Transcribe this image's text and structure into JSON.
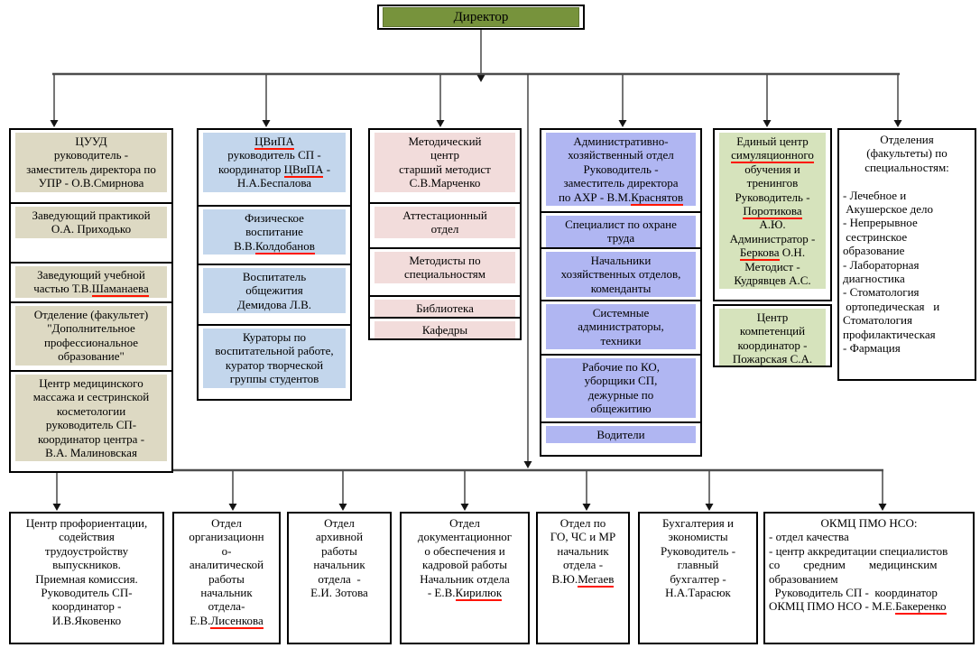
{
  "director": {
    "title": "Директор"
  },
  "colors": {
    "director_green": "#77933C",
    "tan": "#DDD9C3",
    "light_blue": "#C3D6EC",
    "pink": "#F2DCDB",
    "periwinkle": "#B0B6F2",
    "light_green": "#D6E3BC",
    "underline_red": "#FF1400"
  },
  "groups": [
    {
      "name": "cuud-column",
      "fill": "#DDD9C3",
      "cells": [
        {
          "lines": [
            "ЦУУД",
            "руководитель -",
            "заместитель директора по",
            "УПР - О.В.Смирнова"
          ]
        },
        {
          "lines": [
            "Заведующий практикой",
            "О.А. Приходько"
          ]
        },
        {
          "lines": [
            "Заведующий учебной",
            {
              "r": [
                {
                  "t": "частью Т.В."
                },
                {
                  "t": "Шаманаева",
                  "u": 1
                }
              ]
            }
          ]
        },
        {
          "lines": [
            "Отделение (факультет)",
            "\"Дополнительное",
            "профессиональное",
            "образование\""
          ]
        },
        {
          "lines": [
            "Центр медицинского",
            "массажа и сестринской",
            "косметологии",
            "руководитель СП-",
            "координатор центра -",
            "В.А. Малиновская"
          ]
        }
      ]
    },
    {
      "name": "cvipa-column",
      "fill": "#C3D6EC",
      "cells": [
        {
          "lines": [
            {
              "r": [
                {
                  "t": "ЦВиПА",
                  "u": 1
                }
              ]
            },
            "руководитель СП -",
            {
              "r": [
                {
                  "t": "координатор "
                },
                {
                  "t": "ЦВиПА",
                  "u": 1
                },
                {
                  "t": " -"
                }
              ]
            },
            "Н.А.Беспалова"
          ]
        },
        {
          "lines": [
            "Физическое",
            "воспитание",
            {
              "r": [
                {
                  "t": "В.В."
                },
                {
                  "t": "Колдобанов",
                  "u": 1
                }
              ]
            }
          ]
        },
        {
          "lines": [
            "Воспитатель",
            "общежития",
            "Демидова Л.В."
          ]
        },
        {
          "lines": [
            "Кураторы по",
            "воспитательной работе,",
            "куратор творческой",
            "группы студентов"
          ]
        }
      ]
    },
    {
      "name": "method-center-column",
      "fill": "#F2DCDB",
      "cells": [
        {
          "lines": [
            "Методический",
            "центр",
            "старший методист",
            "С.В.Марченко"
          ]
        },
        {
          "lines": [
            "Аттестационный",
            "отдел"
          ]
        },
        {
          "lines": [
            "Методисты по",
            "специальностям"
          ]
        },
        {
          "lines": [
            "Библиотека"
          ]
        },
        {
          "lines": [
            "Кафедры"
          ]
        }
      ]
    },
    {
      "name": "ahr-column",
      "fill": "#B0B6F2",
      "cells": [
        {
          "lines": [
            "Административно-",
            "хозяйственный отдел",
            "Руководитель -",
            "заместитель директора",
            {
              "r": [
                {
                  "t": "по АХР - В.М."
                },
                {
                  "t": "Краснятов",
                  "u": 1
                }
              ]
            }
          ]
        },
        {
          "lines": [
            "Специалист по охране",
            "труда"
          ]
        },
        {
          "lines": [
            "Начальники",
            "хозяйственных отделов,",
            "коменданты"
          ]
        },
        {
          "lines": [
            "Системные",
            "администраторы,",
            "техники"
          ]
        },
        {
          "lines": [
            "Рабочие по КО,",
            "уборщики СП,",
            "дежурные по",
            "общежитию"
          ]
        },
        {
          "lines": [
            "Водители"
          ]
        }
      ]
    },
    {
      "name": "simulation-center-box",
      "fill": "#D6E3BC",
      "cells": [
        {
          "lines": [
            "Единый центр",
            {
              "r": [
                {
                  "t": "симуляционного",
                  "u": 1
                }
              ]
            },
            "обучения и",
            "тренингов",
            "Руководитель -",
            {
              "r": [
                {
                  "t": "Поротикова",
                  "u": 1
                }
              ]
            },
            "А.Ю.",
            "Администратор -",
            {
              "r": [
                {
                  "t": "Беркова",
                  "u": 1
                },
                {
                  "t": " О.Н."
                }
              ]
            },
            "Методист -",
            "Кудрявцев А.С."
          ]
        }
      ]
    },
    {
      "name": "competence-center-box",
      "fill": "#D6E3BC",
      "cells": [
        {
          "lines": [
            "Центр",
            "компетенций",
            "координатор -",
            "Пожарская С.А."
          ]
        }
      ]
    },
    {
      "name": "faculties-box",
      "fill": null,
      "cells": [
        {
          "align": "l",
          "lines": [
            {
              "r": [
                {
                  "t": "Отделения"
                }
              ],
              "a": "c"
            },
            {
              "r": [
                {
                  "t": "(факультеты) по"
                }
              ],
              "a": "c"
            },
            {
              "r": [
                {
                  "t": "специальностям:"
                }
              ],
              "a": "c"
            },
            "",
            "- Лечебное и",
            " Акушерское дело",
            "- Непрерывное",
            " сестринское",
            "образование",
            "- Лабораторная",
            "диагностика",
            "- Стоматология",
            " ортопедическая   и",
            "Стоматология",
            "профилактическая",
            "- Фармация"
          ]
        }
      ]
    },
    {
      "name": "career-center-box",
      "fill": null,
      "cells": [
        {
          "lines": [
            "Центр профориентации,",
            "содействия",
            "трудоустройству",
            "выпускников.",
            "Приемная комиссия.",
            "Руководитель СП-",
            "координатор -",
            "И.В.Яковенко"
          ]
        }
      ]
    },
    {
      "name": "org-analytical-dept-box",
      "fill": null,
      "cells": [
        {
          "lines": [
            "Отдел",
            "организационн",
            "о-",
            "аналитической",
            "работы",
            "начальник",
            "отдела-",
            {
              "r": [
                {
                  "t": "Е.В."
                },
                {
                  "t": "Лисенкова",
                  "u": 1
                }
              ]
            }
          ]
        }
      ]
    },
    {
      "name": "archive-dept-box",
      "fill": null,
      "cells": [
        {
          "lines": [
            "Отдел",
            "архивной",
            "работы",
            "начальник",
            "отдела  -",
            "Е.И. Зотова"
          ]
        }
      ]
    },
    {
      "name": "documentation-hr-dept-box",
      "fill": null,
      "cells": [
        {
          "lines": [
            "Отдел",
            "документационног",
            "о обеспечения и",
            "кадровой работы",
            "Начальник отдела",
            {
              "r": [
                {
                  "t": "- Е.В."
                },
                {
                  "t": "Кирилюк",
                  "u": 1
                }
              ]
            }
          ]
        }
      ]
    },
    {
      "name": "civil-defense-dept-box",
      "fill": null,
      "cells": [
        {
          "lines": [
            "Отдел по",
            "ГО, ЧС и МР",
            "начальник",
            "отдела -",
            {
              "r": [
                {
                  "t": "В.Ю."
                },
                {
                  "t": "Мегаев",
                  "u": 1
                }
              ]
            }
          ]
        }
      ]
    },
    {
      "name": "accounting-box",
      "fill": null,
      "cells": [
        {
          "lines": [
            "Бухгалтерия и",
            "экономисты",
            "Руководитель -",
            "главный",
            "бухгалтер -",
            "Н.А.Тарасюк"
          ]
        }
      ]
    },
    {
      "name": "okmc-box",
      "fill": null,
      "cells": [
        {
          "align": "l",
          "lines": [
            {
              "r": [
                {
                  "t": "ОКМЦ ПМО НСО:"
                }
              ],
              "a": "c"
            },
            "- отдел качества",
            "- центр аккредитации специалистов",
            "со        средним        медицинским",
            "образованием",
            "  Руководитель СП -  координатор",
            {
              "r": [
                {
                  "t": "ОКМЦ ПМО НСО - М.Е."
                },
                {
                  "t": "Бакеренко",
                  "u": 1
                }
              ]
            }
          ]
        }
      ]
    }
  ]
}
